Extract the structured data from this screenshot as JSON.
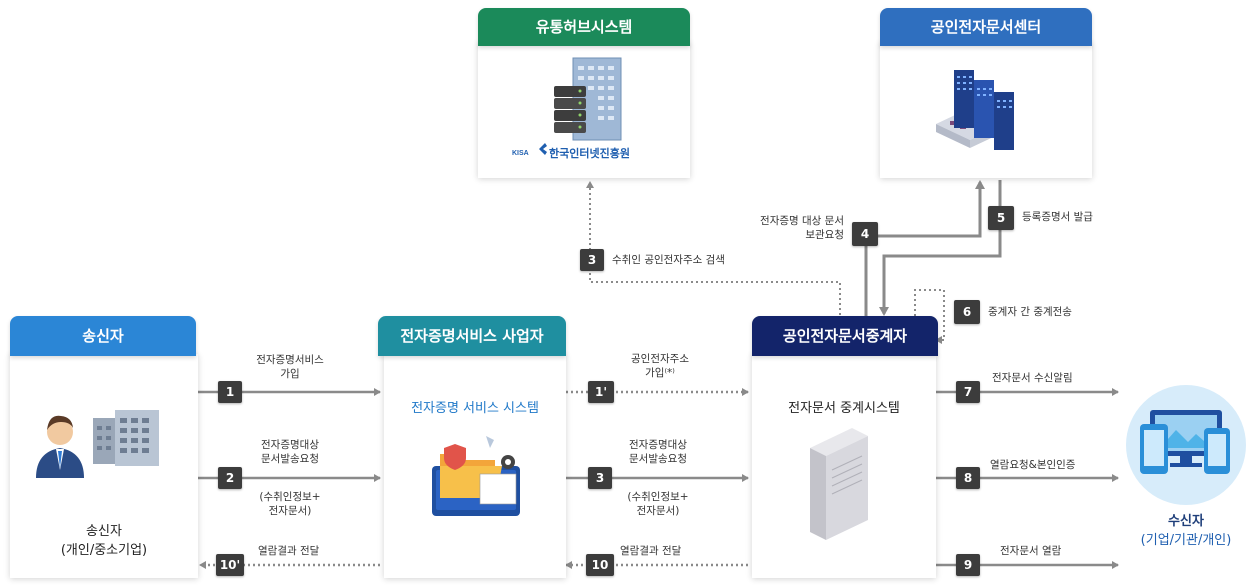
{
  "nodes": {
    "hub": {
      "title": "유통허브시스템",
      "logo_text": "한국인터넷진흥원",
      "logo_mark": "KISA"
    },
    "center": {
      "title": "공인전자문서센터"
    },
    "sender": {
      "title": "송신자",
      "label_1": "송신자",
      "label_2": "(개인/중소기업)"
    },
    "provider": {
      "title": "전자증명서비스 사업자",
      "system": "전자증명 서비스 시스템"
    },
    "relay": {
      "title": "공인전자문서중계자",
      "system": "전자문서 중계시스템"
    },
    "receiver": {
      "label_1": "수신자",
      "label_2": "(기업/기관/개인)"
    }
  },
  "steps": [
    {
      "badge": "1",
      "lines": [
        "전자증명서비스",
        "가입"
      ]
    },
    {
      "badge": "2",
      "lines": [
        "전자증명대상",
        "문서발송요청"
      ],
      "sub": [
        "(수취인정보+",
        "전자문서)"
      ]
    },
    {
      "badge": "10'",
      "lines": [
        "열람결과 전달"
      ]
    },
    {
      "badge": "1'",
      "lines": [
        "공인전자주소",
        "가입⁽*⁾"
      ]
    },
    {
      "badge": "3",
      "lines": [
        "전자증명대상",
        "문서발송요청"
      ],
      "sub": [
        "(수취인정보+",
        "전자문서)"
      ]
    },
    {
      "badge": "10",
      "lines": [
        "열람결과 전달"
      ]
    },
    {
      "badge": "3",
      "lines": [
        "수취인 공인전자주소 검색"
      ]
    },
    {
      "badge": "4",
      "lines": [
        "전자증명 대상 문서",
        "보관요청"
      ]
    },
    {
      "badge": "5",
      "lines": [
        "등록증명서 발급"
      ]
    },
    {
      "badge": "6",
      "lines": [
        "중계자 간 중계전송"
      ]
    },
    {
      "badge": "7",
      "lines": [
        "전자문서 수신알림"
      ]
    },
    {
      "badge": "8",
      "lines": [
        "열람요청&본인인증"
      ]
    },
    {
      "badge": "9",
      "lines": [
        "전자문서 열람"
      ]
    }
  ],
  "colors": {
    "hub_header": "#1b8a5a",
    "center_header": "#2f6fbf",
    "sender_header": "#2b86d6",
    "provider_header": "#1f8fa0",
    "relay_header": "#13246a",
    "arrow": "#8a8a8a",
    "badge": "#3c3c3c"
  }
}
